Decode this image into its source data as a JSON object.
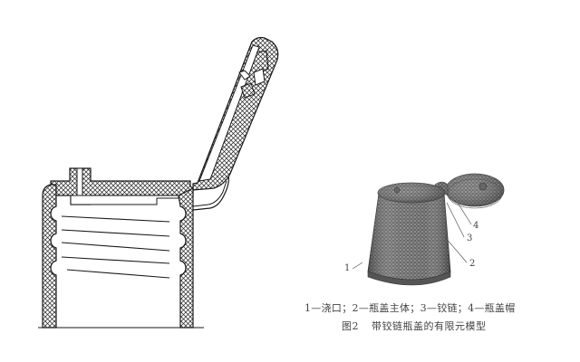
{
  "figure": {
    "left_panel": {
      "description": "Cross-section of hinged bottle cap with open lid",
      "labels": []
    },
    "right_panel": {
      "description": "Finite element mesh model of hinged bottle cap",
      "callouts": [
        {
          "id": "1",
          "label": "1"
        },
        {
          "id": "2",
          "label": "2"
        },
        {
          "id": "3",
          "label": "3"
        },
        {
          "id": "4",
          "label": "4"
        }
      ],
      "legend": "1—浇口；2—瓶盖主体；3—铰链；4—瓶盖帽",
      "caption_number": "图2",
      "caption_title": "带铰链瓶盖的有限元模型"
    }
  },
  "colors": {
    "line": "#1a1a1a",
    "mesh_dark": "#555555",
    "mesh_light": "#9a9a9a",
    "text": "#444444"
  }
}
